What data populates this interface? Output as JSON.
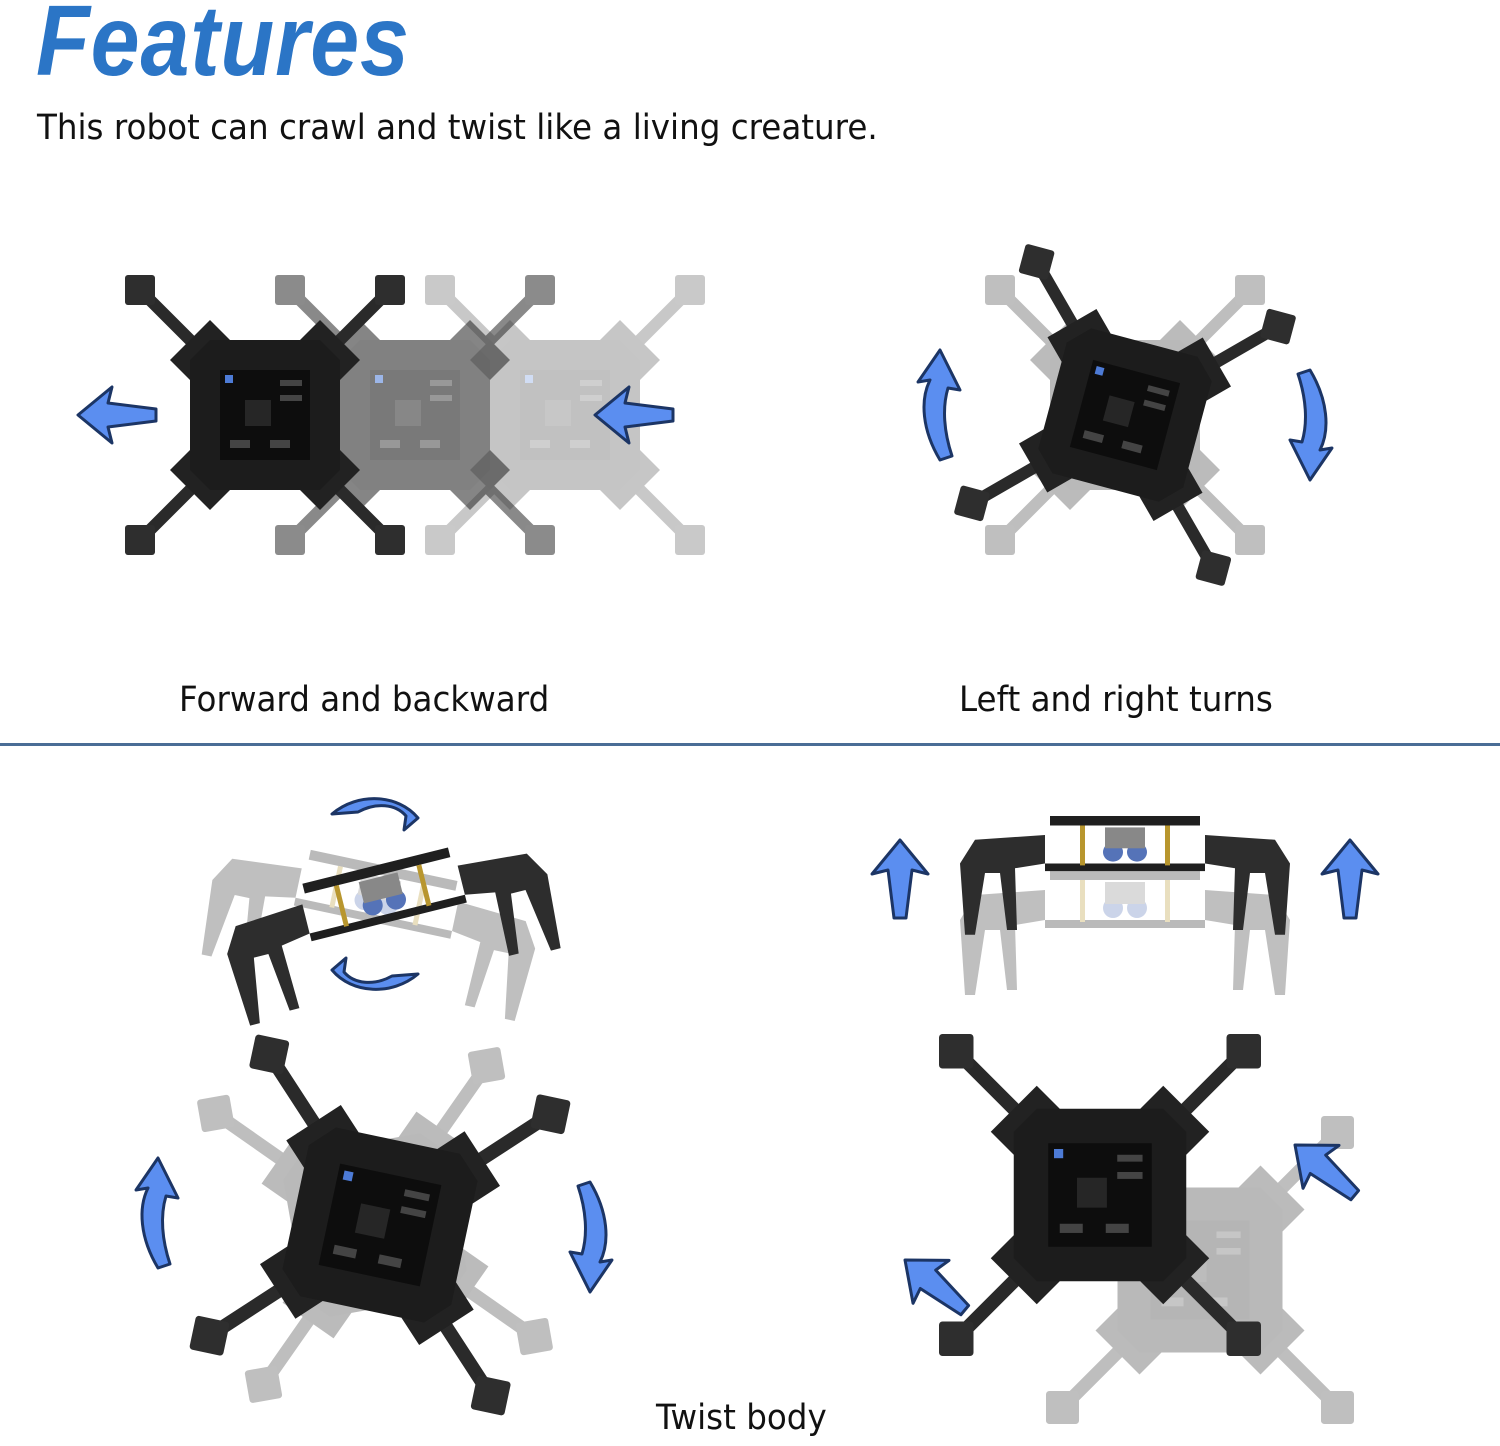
{
  "header": {
    "title": "Features",
    "subtitle": "This robot can crawl and twist like a living creature."
  },
  "colors": {
    "title_blue": "#2b75c6",
    "arrow_fill": "#5b8ef0",
    "arrow_stroke": "#1c3565",
    "divider": "#4a6d96",
    "robot_dark": "#1e1e1e"
  },
  "sections": [
    {
      "id": "forward-backward",
      "caption": "Forward and backward",
      "icons": [
        "arrow-left-icon",
        "arrow-left-icon"
      ]
    },
    {
      "id": "left-right-turns",
      "caption": "Left and right turns",
      "icons": [
        "curved-arrow-ccw-icon",
        "curved-arrow-cw-icon"
      ]
    },
    {
      "id": "twist-body",
      "caption": "Twist body",
      "icons": [
        "roll-arrow-icon",
        "lift-arrow-up-icon",
        "rotate-arrow-icon",
        "diagonal-arrow-icon"
      ]
    }
  ]
}
